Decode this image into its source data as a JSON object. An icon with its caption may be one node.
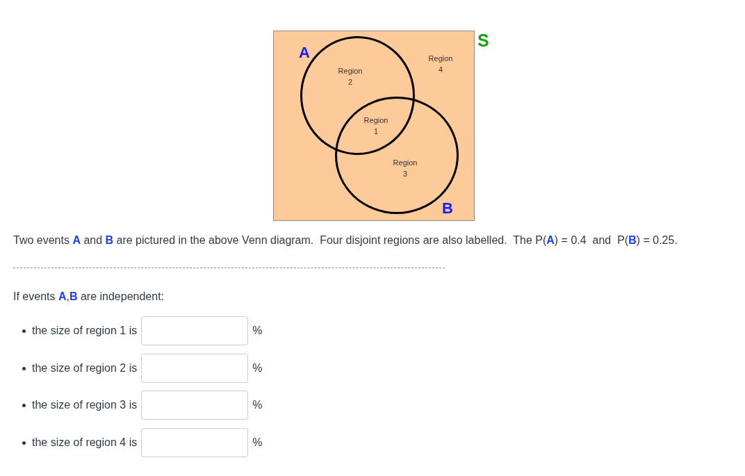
{
  "diagram": {
    "nodes": [
      {
        "text": [
          "S"
        ]
      },
      {
        "text": [
          "A"
        ],
        "in": 0
      },
      {
        "text": [
          "B"
        ],
        "in": 0
      }
    ],
    "labels": [
      "Region 4",
      "Region 2",
      "Region 1",
      "Region 3",
      "Two events **A** and **B** are pictured in the above Venn diagram.  Four disjoint regions are also labelled.  The P(**A**) = 0.4  and  P(**B**) = 0.25.",
      "If events **A**,**B** are independent:",
      "the size of region 1 is",
      "%",
      "the size of region 2 is",
      "%",
      "the size of region 3 is",
      "%",
      "the size of region 4 is",
      "%"
    ]
  }
}
